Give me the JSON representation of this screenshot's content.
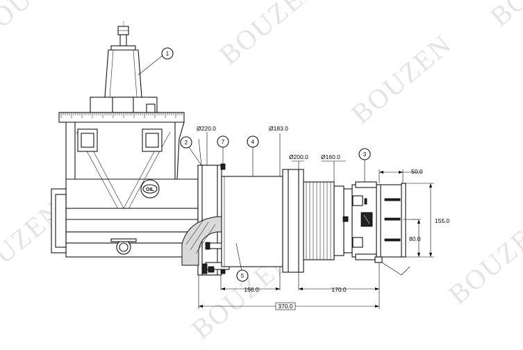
{
  "watermark": {
    "text": "BOUZEN"
  },
  "logo": {
    "text": "OIL"
  },
  "dimensions": {
    "dia_220": "Ø220.0",
    "dia_183": "Ø183.0",
    "dia_200": "Ø200.0",
    "dia_160": "Ø160.0",
    "len_50": "50.0",
    "len_155": "155.0",
    "len_80": "80.0",
    "len_156": "156.0",
    "len_170": "170.0",
    "len_370": "370.0"
  },
  "callouts": [
    "1",
    "2",
    "7",
    "4",
    "3",
    "5"
  ]
}
